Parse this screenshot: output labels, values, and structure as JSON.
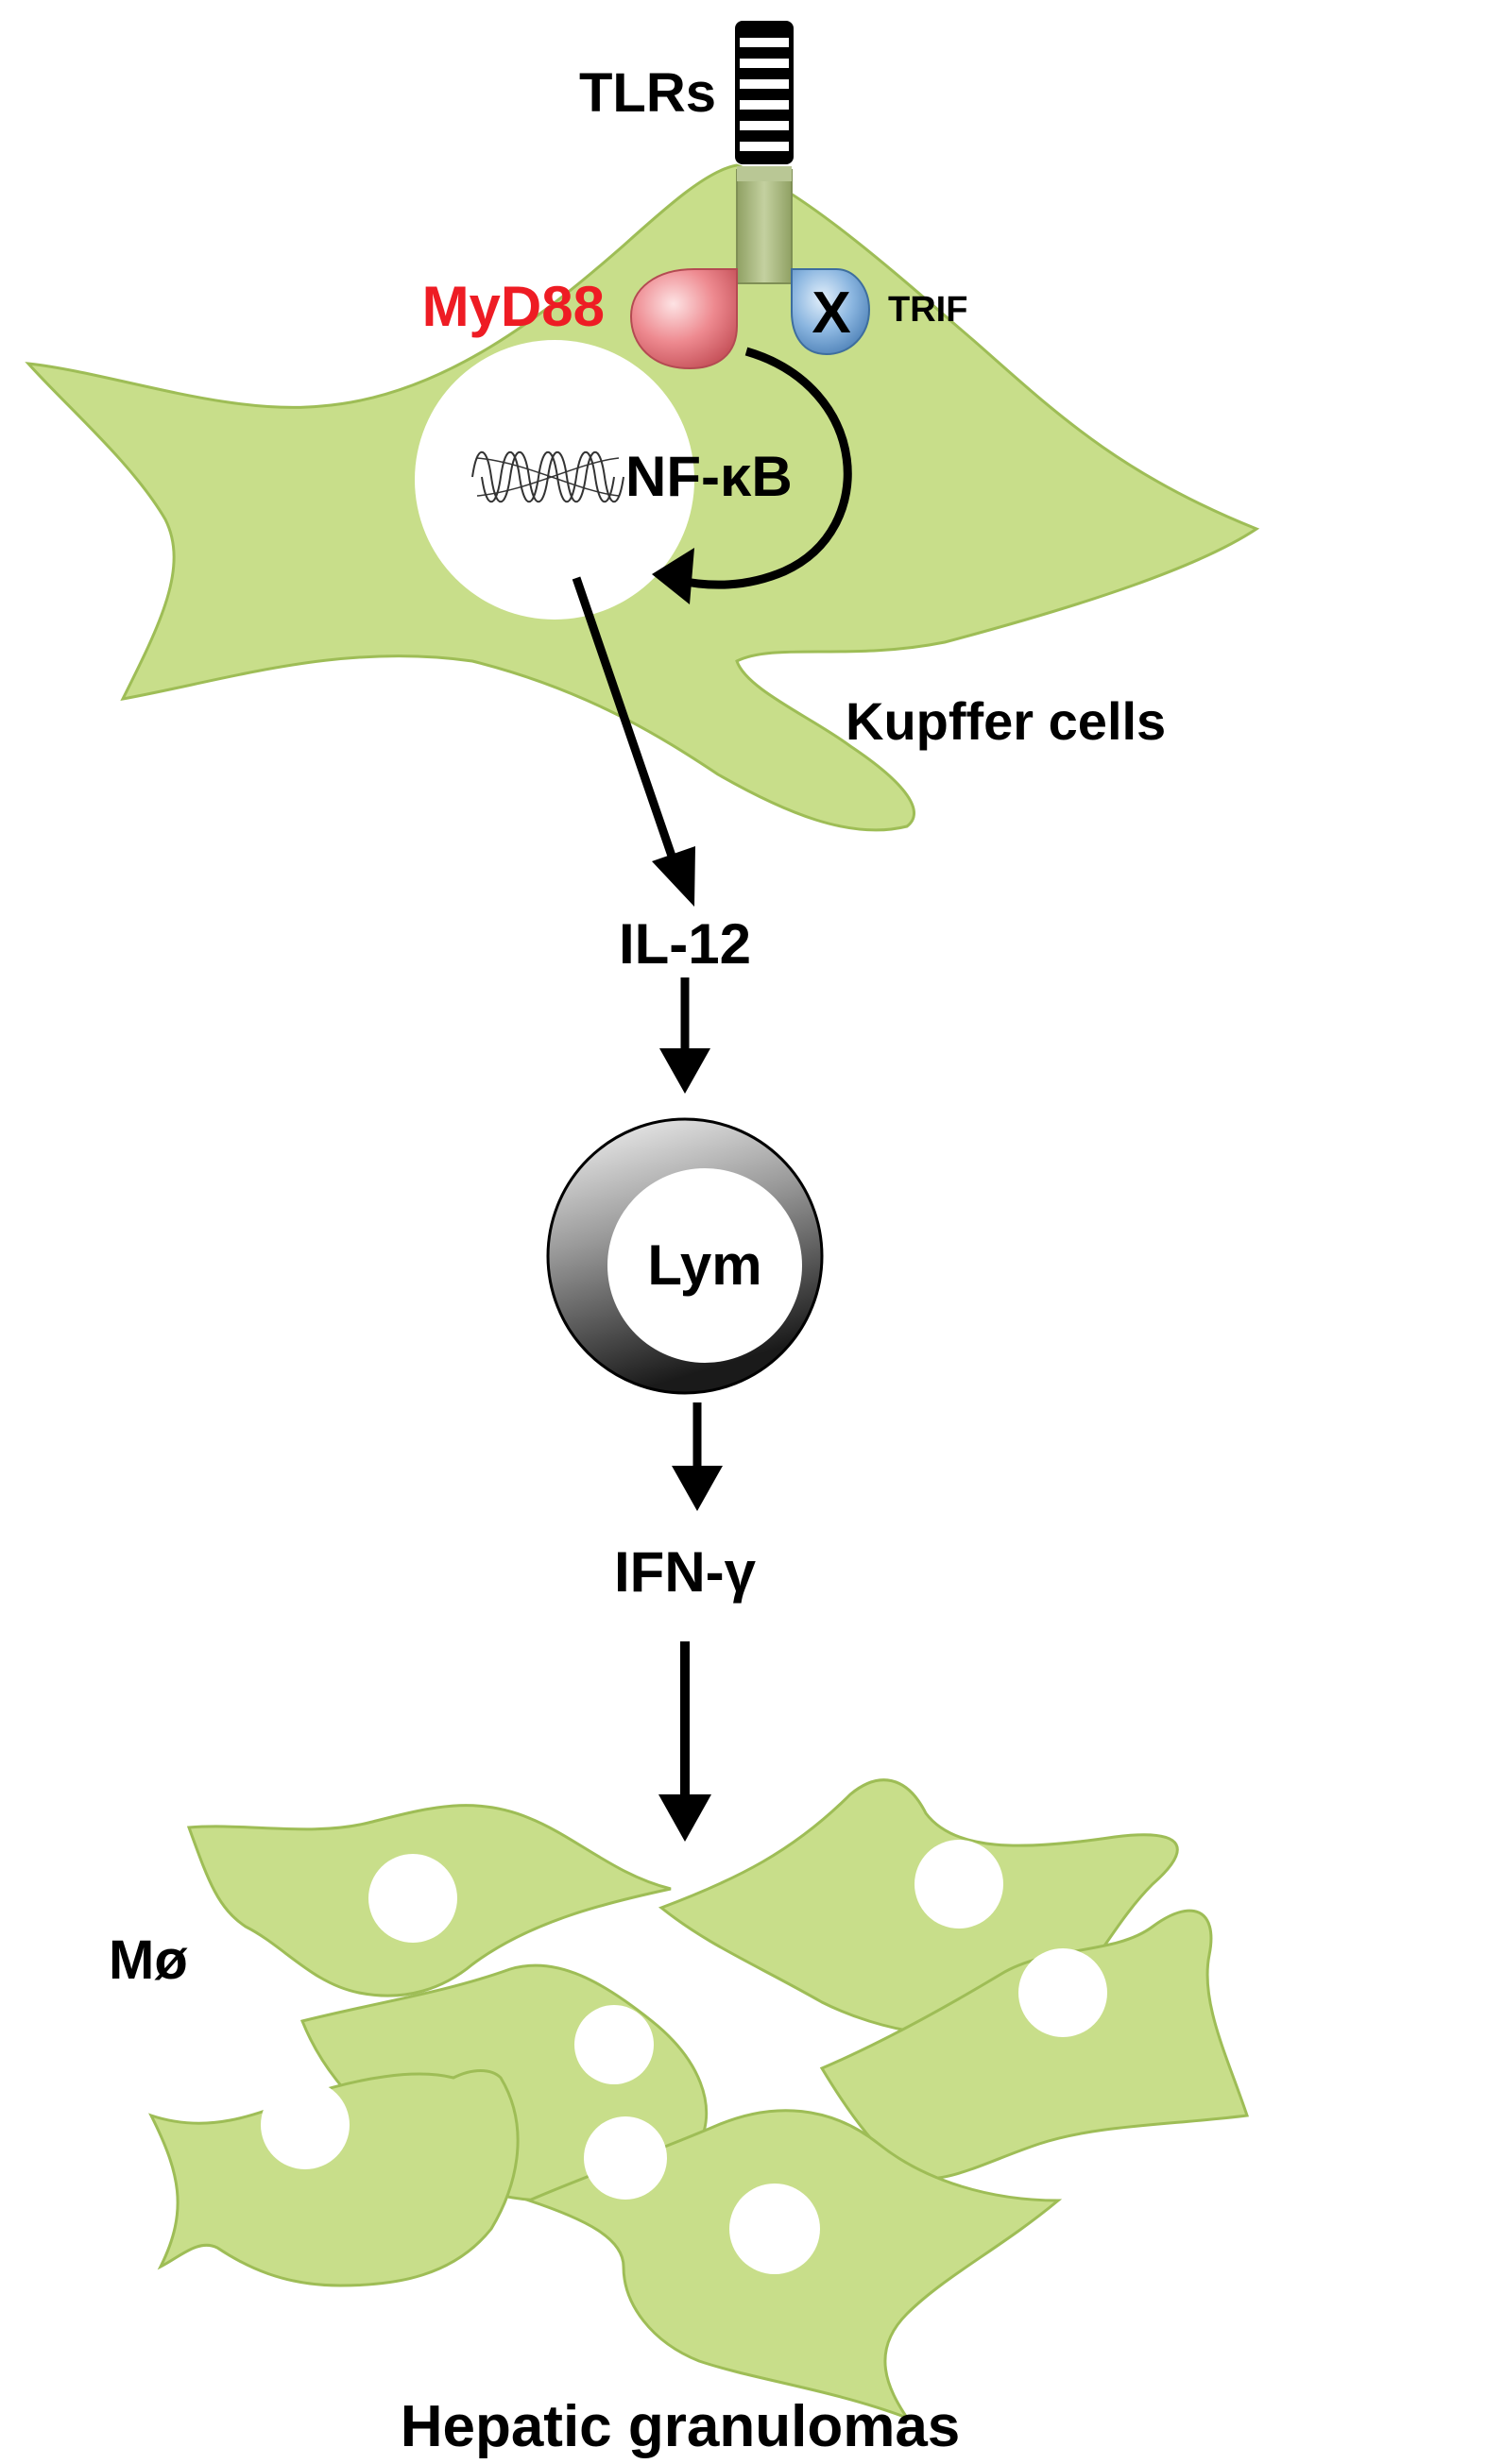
{
  "labels": {
    "tlrs": "TLRs",
    "myd88": "MyD88",
    "trif": "TRIF",
    "trif_block": "X",
    "nfkb": "NF-κB",
    "kupffer": "Kupffer cells",
    "il12": "IL-12",
    "lym": "Lym",
    "ifng": "IFN-γ",
    "macrophage": "Mø",
    "granulomas": "Hepatic granulomas"
  },
  "colors": {
    "cell_fill": "#c8de8a",
    "cell_stroke": "#9ebd56",
    "myd88_text": "#ee1c24",
    "myd88_fill": "#e8848a",
    "trif_fill": "#86b2de",
    "receptor_stalk": "#a8b87f",
    "arrow": "#000000"
  }
}
